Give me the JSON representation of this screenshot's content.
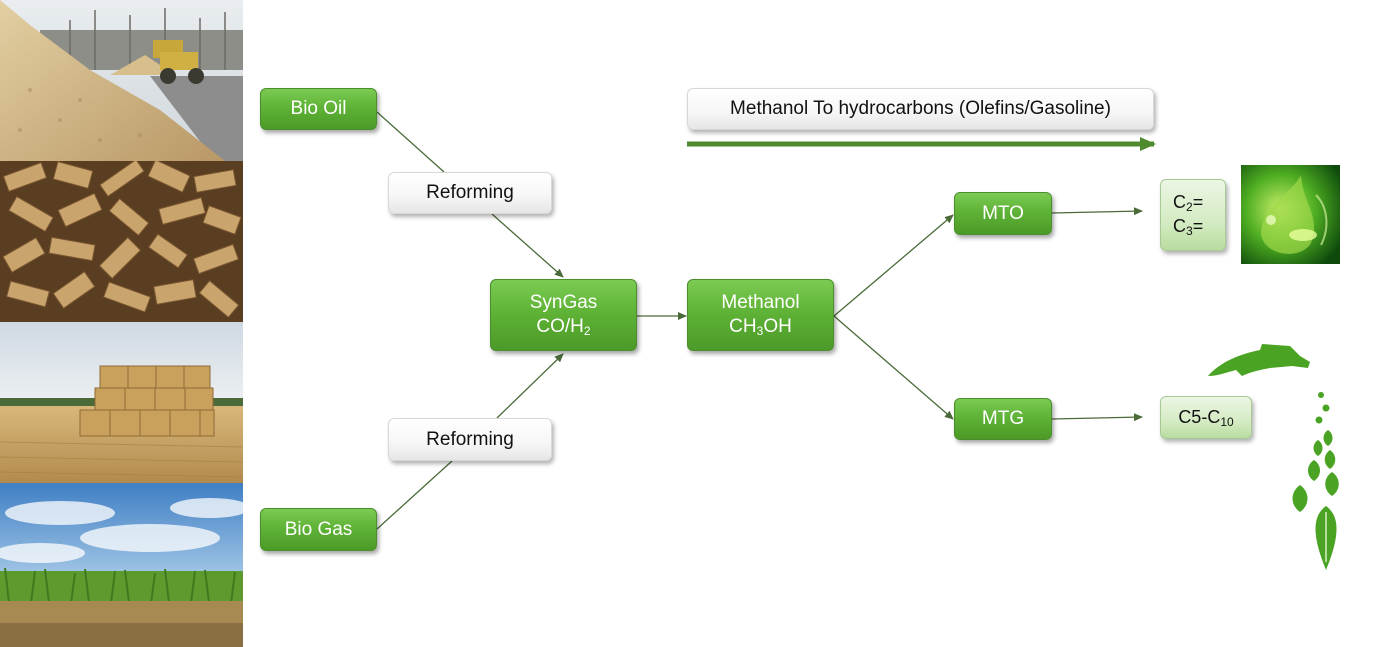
{
  "diagram": {
    "feedstock_images": [
      {
        "name": "wood-chips-pile-with-loader-photo"
      },
      {
        "name": "wood-chips-closeup-photo"
      },
      {
        "name": "hay-bales-field-photo"
      },
      {
        "name": "sugarcane-field-photo"
      }
    ],
    "nodes": {
      "bio_oil": "Bio Oil",
      "reforming_top": "Reforming",
      "reforming_bottom": "Reforming",
      "bio_gas": "Bio Gas",
      "syngas": {
        "line1": "SynGas",
        "line2_main": "CO/H",
        "line2_sub": "2"
      },
      "methanol": {
        "line1": "Methanol",
        "line2_a": "CH",
        "line2_sub": "3",
        "line2_b": "OH"
      },
      "mto": "MTO",
      "mtg": "MTG",
      "olefins": {
        "l1_main": "C",
        "l1_sub": "2",
        "l1_tail": "=",
        "l2_main": "C",
        "l2_sub": "3",
        "l2_tail": "="
      },
      "gasoline": {
        "main": "C5-C",
        "sub": "10"
      }
    },
    "banner": "Methanol To hydrocarbons (Olefins/Gasoline)",
    "colors": {
      "node_green": "#5fb336",
      "connector": "#4a6b38",
      "arrow_green": "#4f8a2c"
    },
    "icons": [
      "green-fuel-drop-image",
      "fuel-pump-nozzle-with-leaves-icon"
    ]
  }
}
